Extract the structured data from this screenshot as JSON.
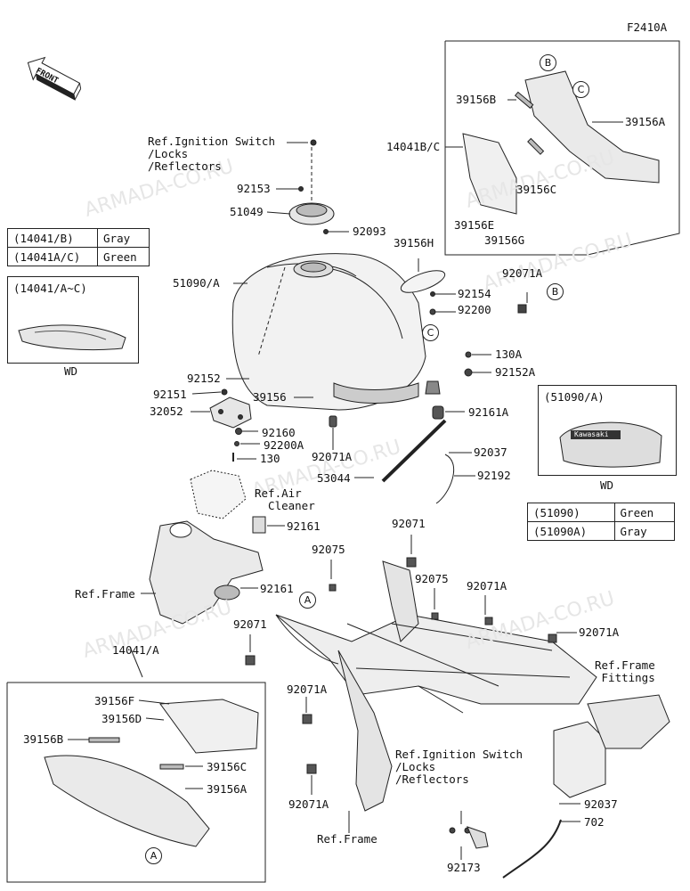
{
  "figure_code": "F2410A",
  "front_label": "FRONT",
  "watermark": "ARMADA-CO.RU",
  "color_legend_1": [
    {
      "part": "(14041/B)",
      "color": "Gray"
    },
    {
      "part": "(14041A/C)",
      "color": "Green"
    }
  ],
  "color_legend_2": [
    {
      "part": "(51090)",
      "color": "Green"
    },
    {
      "part": "(51090A)",
      "color": "Gray"
    }
  ],
  "inset_left": {
    "title": "(14041/A~C)",
    "caption": "WD"
  },
  "inset_right": {
    "title": "(51090/A)",
    "caption": "WD",
    "badge": "Kawasaki"
  },
  "callouts": {
    "a": "A",
    "b": "B",
    "c": "C"
  },
  "labels": {
    "ref_ign_top": "Ref.Ignition Switch\n/Locks\n/Reflectors",
    "p92153": "92153",
    "p51049": "51049",
    "p92093": "92093",
    "p14041bc": "14041B/C",
    "p39156b_top": "39156B",
    "p39156a_top": "39156A",
    "p39156c_top": "39156C",
    "p39156e": "39156E",
    "p39156g": "39156G",
    "p39156h": "39156H",
    "p51090a": "51090/A",
    "p92071a_1": "92071A",
    "p92154": "92154",
    "p92200": "92200",
    "p130a": "130A",
    "p92152a": "92152A",
    "p92152": "92152",
    "p92151": "92151",
    "p32052": "32052",
    "p39156": "39156",
    "p92161a": "92161A",
    "p92160": "92160",
    "p92200a": "92200A",
    "p130": "130",
    "p92071a_2": "92071A",
    "p92037_top": "92037",
    "p53044": "53044",
    "p92192": "92192",
    "ref_air": "Ref.Air\n  Cleaner",
    "p92161_1": "92161",
    "p92161_2": "92161",
    "ref_frame_left": "Ref.Frame",
    "p92071_top": "92071",
    "p92075_1": "92075",
    "p92075_2": "92075",
    "p92071a_3": "92071A",
    "p92071_left": "92071",
    "p92071a_4": "92071A",
    "p14041a": "14041/A",
    "ref_frame_fittings": "Ref.Frame\n Fittings",
    "p39156f": "39156F",
    "p39156d": "39156D",
    "p39156b_bot": "39156B",
    "p39156c_bot": "39156C",
    "p39156a_bot": "39156A",
    "p92071a_5": "92071A",
    "p92071a_6": "92071A",
    "ref_ign_bot": "Ref.Ignition Switch\n/Locks\n/Reflectors",
    "ref_frame_bot": "Ref.Frame",
    "p92037_bot": "92037",
    "p702": "702",
    "p92173": "92173"
  }
}
